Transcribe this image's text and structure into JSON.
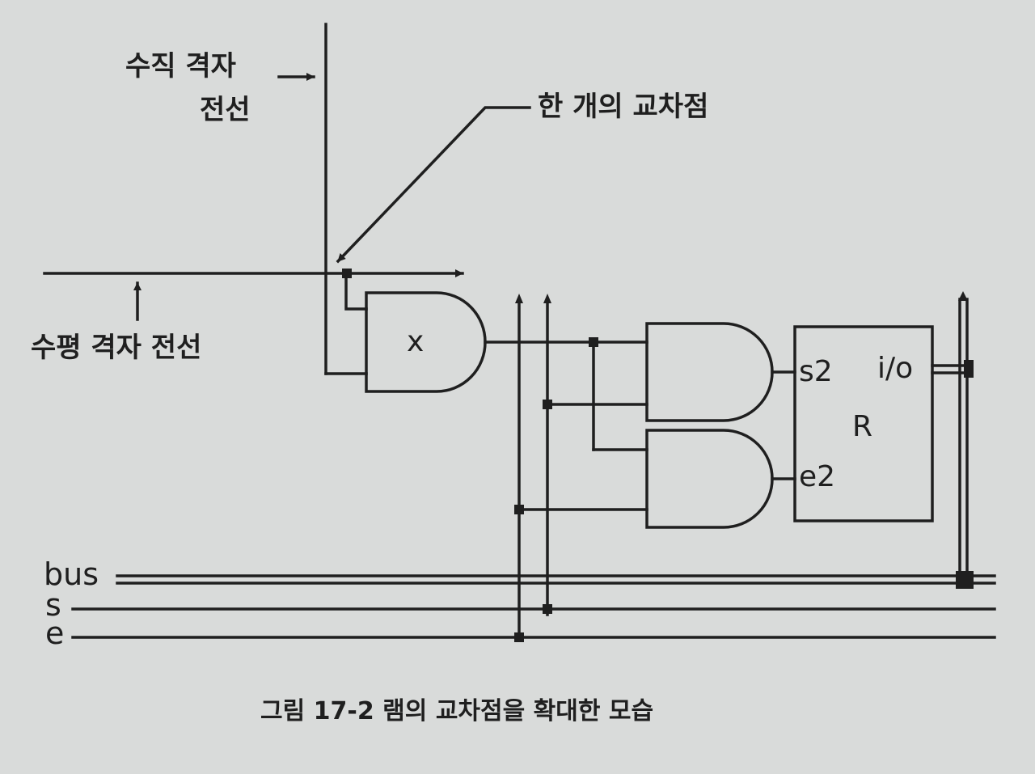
{
  "labels": {
    "vertical_wire": [
      "수직 격자",
      "전선"
    ],
    "cross_point": "한 개의 교차점",
    "horizontal_wire": "수평 격자 전선",
    "gate_x": "x",
    "port_s2": "s2",
    "port_e2": "e2",
    "port_io": "i/o",
    "register": "R",
    "bus": "bus",
    "s": "s",
    "e": "e"
  },
  "caption": {
    "figure": "그림 17-2",
    "text": "램의 교차점을 확대한 모습"
  },
  "colors": {
    "background": "#d9dbda",
    "ink": "#1f1f1f"
  }
}
